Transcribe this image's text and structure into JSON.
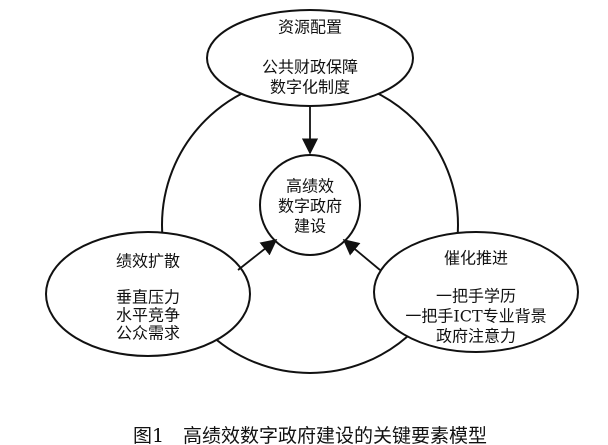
{
  "top_node": {
    "title": "资源配置",
    "lines": [
      "公共财政保障",
      "数字化制度"
    ]
  },
  "center_node": {
    "lines": [
      "高绩效",
      "数字政府",
      "建设"
    ]
  },
  "left_node": {
    "title": "绩效扩散",
    "lines": [
      "垂直压力",
      "水平竞争",
      "公众需求"
    ]
  },
  "right_node": {
    "title": "催化推进",
    "lines": [
      "一把手学历",
      "一把手ICT专业背景",
      "政府注意力"
    ]
  },
  "caption": "图1　高绩效数字政府建设的关键要素模型"
}
